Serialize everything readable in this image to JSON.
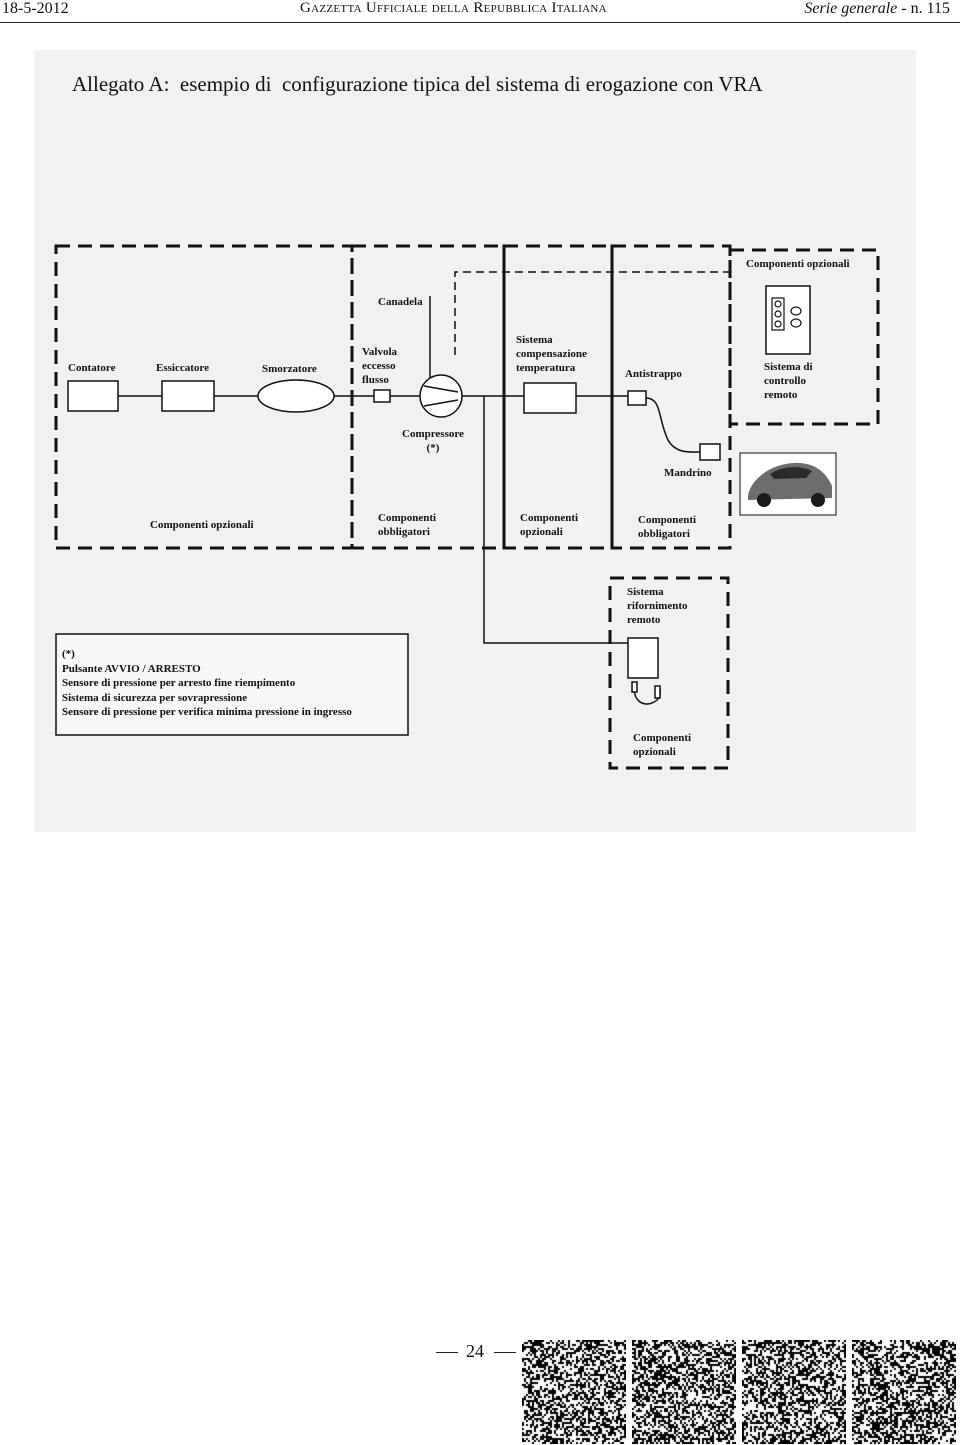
{
  "header": {
    "date": "18-5-2012",
    "publication": "Gazzetta Ufficiale della Repubblica Italiana",
    "series": "Serie generale",
    "issue": "- n. 115"
  },
  "figure": {
    "title": "Allegato A:  esempio di  configurazione tipica del sistema di erogazione con VRA",
    "labels": {
      "contatore": "Contatore",
      "essiccatore": "Essiccatore",
      "smorzatore": "Smorzatore",
      "canadela": "Canadela",
      "valvola": "Valvola\neccesso\nflusso",
      "compressore": "Compressore\n(*)",
      "sistema_compensazione": "Sistema\ncompensazione\ntemperatura",
      "antistrappo": "Antistrappo",
      "mandrino": "Mandrino",
      "componenti_opzionali_top": "Componenti opzionali",
      "sistema_controllo": "Sistema di\ncontrollo\nremoto",
      "componenti_opzionali_1": "Componenti opzionali",
      "componenti_obbligatori_1": "Componenti\nobbligatori",
      "componenti_opzionali_2": "Componenti\nopzionali",
      "componenti_obbligatori_2": "Componenti\nobbligatori",
      "sistema_rifornimento": "Sistema\nrifornimento\nremoto",
      "componenti_opzionali_3": "Componenti\nopzionali"
    },
    "note_lines": [
      "(*)",
      "Pulsante AVVIO / ARRESTO",
      "Sensore di pressione per arresto fine riempimento",
      "Sistema di sicurezza per sovrapressione",
      "Sensore di pressione per verifica minima pressione in ingresso"
    ]
  },
  "footer": {
    "page_number": "24"
  }
}
